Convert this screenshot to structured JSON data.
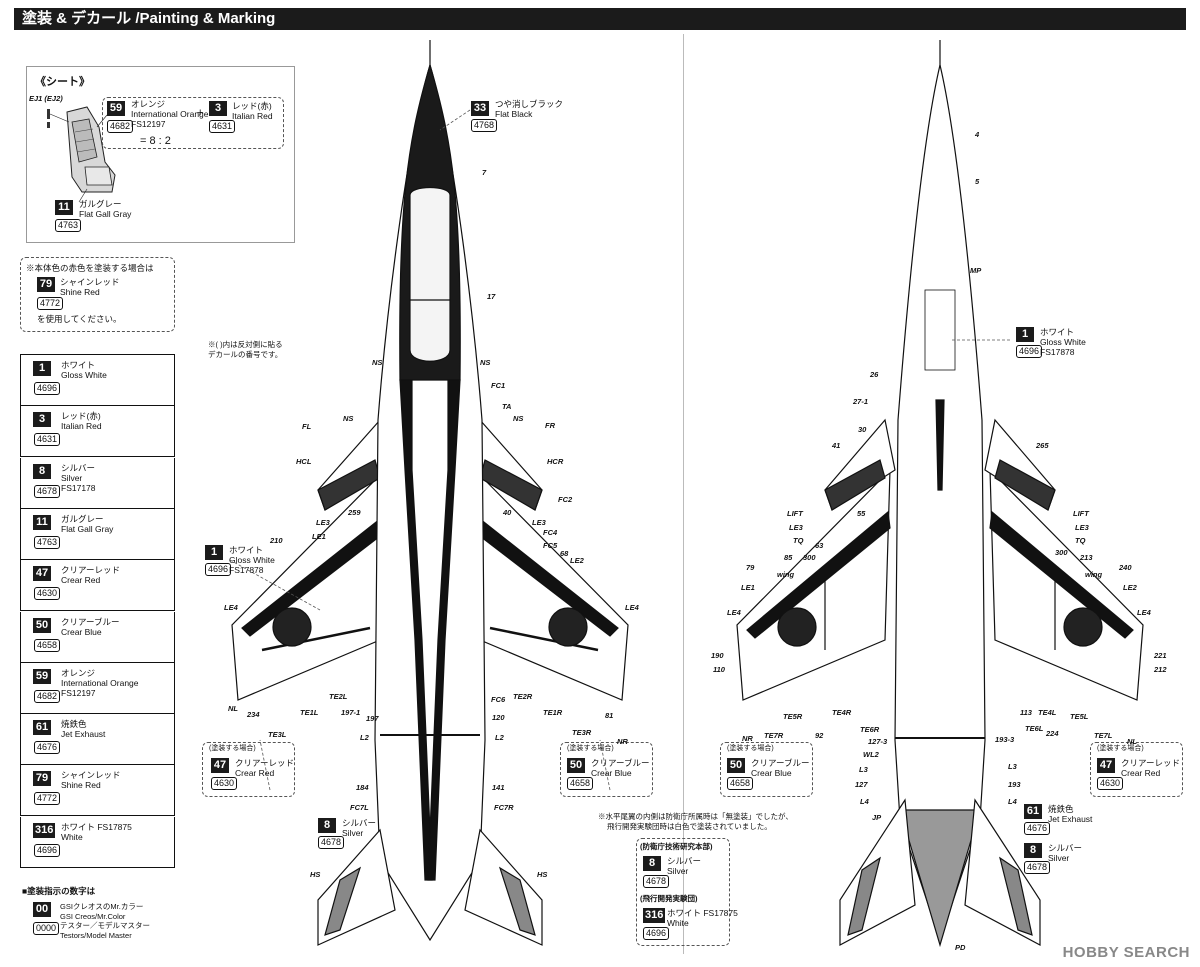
{
  "header": {
    "title": "塗装 & デカール /Painting & Marking"
  },
  "seat_box": {
    "heading": "《シート》",
    "ej_label": "EJ1 (EJ2)",
    "mix": {
      "a": {
        "code": "59",
        "name_jp": "オレンジ",
        "name_en": "International Orange",
        "fs": "FS12197",
        "mr": "4682"
      },
      "plus": "+",
      "b": {
        "code": "3",
        "name_jp": "レッド(赤)",
        "name_en": "Italian Red",
        "mr": "4631"
      },
      "ratio": "= 8 : 2"
    },
    "gray": {
      "code": "11",
      "name_jp": "ガルグレー",
      "name_en": "Flat Gall Gray",
      "mr": "4763"
    }
  },
  "shine_note": {
    "line1": "※本体色の赤色を塗装する場合は",
    "code": "79",
    "name_jp": "シャインレッド",
    "name_en": "Shine Red",
    "mr": "4772",
    "line3": "を使用してください。"
  },
  "legend": [
    {
      "code": "1",
      "l1": "ホワイト",
      "l2": "Gloss White",
      "l3": "",
      "mr": "4696"
    },
    {
      "code": "3",
      "l1": "レッド(赤)",
      "l2": "Italian Red",
      "l3": "",
      "mr": "4631"
    },
    {
      "code": "8",
      "l1": "シルバー",
      "l2": "Silver",
      "l3": "FS17178",
      "mr": "4678"
    },
    {
      "code": "11",
      "l1": "ガルグレー",
      "l2": "Flat Gall Gray",
      "l3": "",
      "mr": "4763"
    },
    {
      "code": "47",
      "l1": "クリアーレッド",
      "l2": "Crear Red",
      "l3": "",
      "mr": "4630"
    },
    {
      "code": "50",
      "l1": "クリアーブルー",
      "l2": "Crear Blue",
      "l3": "",
      "mr": "4658"
    },
    {
      "code": "59",
      "l1": "オレンジ",
      "l2": "International Orange",
      "l3": "FS12197",
      "mr": "4682"
    },
    {
      "code": "61",
      "l1": "焼鉄色",
      "l2": "Jet Exhaust",
      "l3": "",
      "mr": "4676"
    },
    {
      "code": "79",
      "l1": "シャインレッド",
      "l2": "Shine Red",
      "l3": "",
      "mr": "4772"
    },
    {
      "code": "316",
      "l1": "ホワイト FS17875",
      "l2": "White",
      "l3": "",
      "mr": "4696"
    }
  ],
  "mark_note": {
    "heading": "■塗装指示の数字は",
    "code_sample": "00",
    "code_text1": "GSIクレオスのMr.カラー",
    "code_text2": "GSI Creos/Mr.Color",
    "fs_sample": "0000",
    "fs_text1": "テスター／モデルマスター",
    "fs_text2": "Testors/Model Master"
  },
  "decal_note": {
    "line1": "※( )内は反対側に貼る",
    "line2": "デカールの番号です。"
  },
  "top_view": {
    "flat_black": {
      "code": "33",
      "name_jp": "つや消しブラック",
      "name_en": "Flat Black",
      "mr": "4768"
    },
    "white": {
      "code": "1",
      "name_jp": "ホワイト",
      "name_en": "Gloss White",
      "fs": "FS17878",
      "mr": "4696"
    },
    "clear_red": {
      "code": "47",
      "name_jp": "クリアーレッド",
      "name_en": "Crear Red",
      "mr": "4630",
      "head": "(塗装する場合)"
    },
    "clear_blue": {
      "code": "50",
      "name_jp": "クリアーブルー",
      "name_en": "Crear Blue",
      "mr": "4658",
      "head": "(塗装する場合)"
    },
    "silver": {
      "code": "8",
      "name_jp": "シルバー",
      "name_en": "Silver",
      "mr": "4678"
    }
  },
  "bottom_view": {
    "white": {
      "code": "1",
      "name_jp": "ホワイト",
      "name_en": "Gloss White",
      "fs": "FS17878",
      "mr": "4696"
    },
    "clear_blue": {
      "code": "50",
      "name_jp": "クリアーブルー",
      "name_en": "Crear Blue",
      "mr": "4658",
      "head": "(塗装する場合)"
    },
    "clear_red": {
      "code": "47",
      "name_jp": "クリアーレッド",
      "name_en": "Crear Red",
      "mr": "4630",
      "head": "(塗装する場合)"
    },
    "jet": {
      "code": "61",
      "name_jp": "焼鉄色",
      "name_en": "Jet Exhaust",
      "mr": "4676"
    },
    "silver": {
      "code": "8",
      "name_jp": "シルバー",
      "name_en": "Silver",
      "mr": "4678"
    }
  },
  "tail_note": {
    "line1": "※水平尾翼の内側は防衛庁所属時は「無塗装」でしたが、",
    "line2": "飛行開発実験団時は白色で塗装されていました。",
    "group1": "(防衛庁技術研究本部)",
    "g1_code": "8",
    "g1_name_jp": "シルバー",
    "g1_name_en": "Silver",
    "g1_mr": "4678",
    "group2": "(飛行開発実験団)",
    "g2_code": "316",
    "g2_name_jp": "ホワイト FS17875",
    "g2_name_en": "White",
    "g2_mr": "4696"
  },
  "labels_top": [
    "7",
    "17",
    "NS",
    "NS",
    "FC1",
    "TA",
    "NS",
    "FL",
    "NS",
    "FR",
    "HCL",
    "HCR",
    "FC2",
    "LE3",
    "259",
    "40",
    "LE3",
    "LE1",
    "FC4",
    "FC5",
    "210",
    "68",
    "LE2",
    "LE4",
    "LE4",
    "NL",
    "234",
    "TE3L",
    "TE1L",
    "TE2L",
    "197-1",
    "197",
    "L2",
    "FC6",
    "TE2R",
    "120",
    "TE1R",
    "81",
    "L2",
    "TE3R",
    "NR",
    "184",
    "141",
    "FC7L",
    "FC7R",
    "HS",
    "HS"
  ],
  "labels_bottom": [
    "4",
    "5",
    "MP",
    "26",
    "27-1",
    "30",
    "41",
    "265",
    "55",
    "LIFT",
    "LIFT",
    "LE3",
    "LE3",
    "TQ",
    "TQ",
    "63",
    "85",
    "300",
    "300",
    "213",
    "79",
    "wing",
    "wing",
    "240",
    "LE1",
    "LE2",
    "LE4",
    "LE4",
    "190",
    "110",
    "221",
    "212",
    "NR",
    "TE5R",
    "TE7R",
    "TE4R",
    "92",
    "TE6R",
    "127-3",
    "113",
    "193-3",
    "TE4L",
    "TE6L",
    "224",
    "TE5L",
    "TE7L",
    "NL",
    "WL2",
    "L3",
    "L3",
    "127",
    "193",
    "L4",
    "L4",
    "JP",
    "PD"
  ],
  "watermark": "HOBBY SEARCH"
}
